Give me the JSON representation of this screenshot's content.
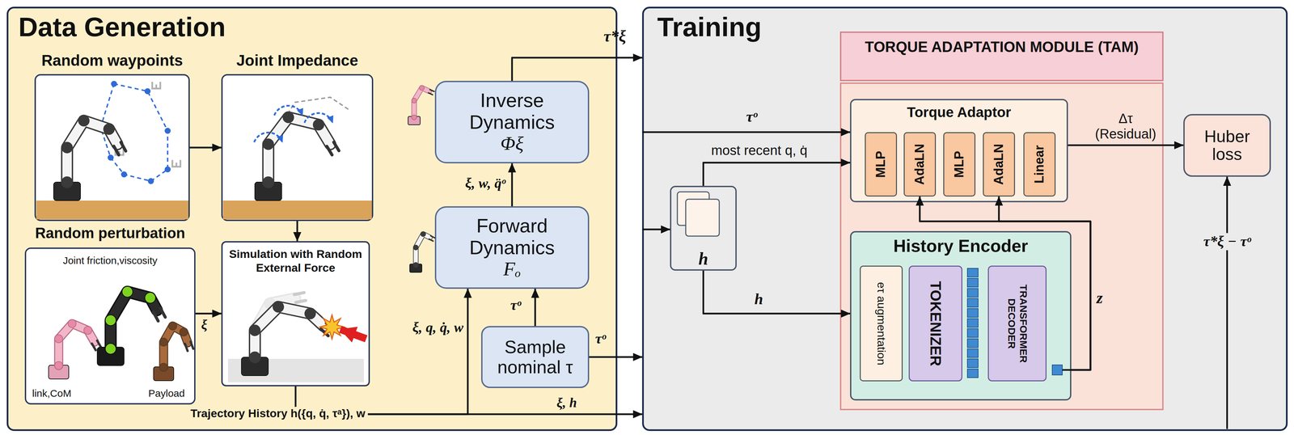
{
  "diagram": {
    "nodes": [
      {
        "text": [
          "Data Generation"
        ]
      },
      {
        "text": [
          "Random waypoints"
        ],
        "in": 0
      },
      {
        "text": [
          "Joint Impedance"
        ],
        "in": 0
      },
      {
        "text": [
          "Random perturbation",
          "Joint friction,viscosity",
          "link,CoM",
          "Payload"
        ],
        "in": 0
      },
      {
        "text": [
          "Simulation with Random External Force"
        ],
        "in": 0
      },
      {
        "text": [
          "Inverse Dynamics",
          "Φξ"
        ],
        "in": 0
      },
      {
        "text": [
          "Forward Dynamics",
          "Fₒ"
        ],
        "in": 0
      },
      {
        "text": [
          "Sample nominal τ"
        ],
        "in": 0
      },
      {
        "text": [
          "Training"
        ]
      },
      {
        "text": [
          "h"
        ],
        "in": 8
      },
      {
        "text": [
          "TORQUE ADAPTATION MODULE (TAM)"
        ],
        "in": 8
      },
      {
        "text": [
          "Torque Adaptor"
        ],
        "in": 10
      },
      {
        "text": [
          "MLP"
        ],
        "in": 11
      },
      {
        "text": [
          "AdaLN"
        ],
        "in": 11
      },
      {
        "text": [
          "MLP"
        ],
        "in": 11
      },
      {
        "text": [
          "AdaLN"
        ],
        "in": 11
      },
      {
        "text": [
          "Linear"
        ],
        "in": 11
      },
      {
        "text": [
          "History Encoder"
        ],
        "in": 10
      },
      {
        "text": [
          "eτ augmentation"
        ],
        "in": 17
      },
      {
        "text": [
          "TOKENIZER"
        ],
        "in": 17
      },
      {
        "text": [
          "TRANSFORMER DECODER"
        ],
        "in": 17
      },
      {
        "text": [
          "Huber loss"
        ],
        "in": 8
      }
    ],
    "edges": [
      {
        "from": 1,
        "to": 2,
        "arrow": "to"
      },
      {
        "from": 2,
        "to": 4,
        "arrow": "to"
      },
      {
        "from": 3,
        "to": 4,
        "label": "ξ",
        "arrow": "to"
      },
      {
        "from": 4,
        "to": 6,
        "label": "ξ, q, q̇, w",
        "arrow": "to"
      },
      {
        "from": 4,
        "to": 8,
        "label": "ξ, h",
        "arrow": "to"
      },
      {
        "from": 6,
        "to": 5,
        "label": "ξ, w, q̈ᵒ",
        "arrow": "to"
      },
      {
        "from": 7,
        "to": 6,
        "label": "τᵒ",
        "arrow": "to"
      },
      {
        "from": 7,
        "to": 8,
        "label": "τᵒ",
        "arrow": "to"
      },
      {
        "from": 5,
        "to": 8,
        "label": "τ*ξ",
        "arrow": "to"
      },
      {
        "from": 9,
        "to": 17,
        "label": "h",
        "arrow": "to"
      },
      {
        "from": 9,
        "to": 11,
        "label": "most recent q, q̇",
        "arrow": "to"
      },
      {
        "from": 17,
        "to": 13,
        "label": "z",
        "arrow": "to"
      },
      {
        "from": 17,
        "to": 15,
        "arrow": "to"
      },
      {
        "from": 11,
        "to": 21,
        "label": "Δτ (Residual)",
        "arrow": "to"
      }
    ],
    "labels": [
      "Trajectory History h({q, q̇, τᵃ}), w",
      "τᵒ",
      "τ*ξ − τᵒ"
    ]
  }
}
